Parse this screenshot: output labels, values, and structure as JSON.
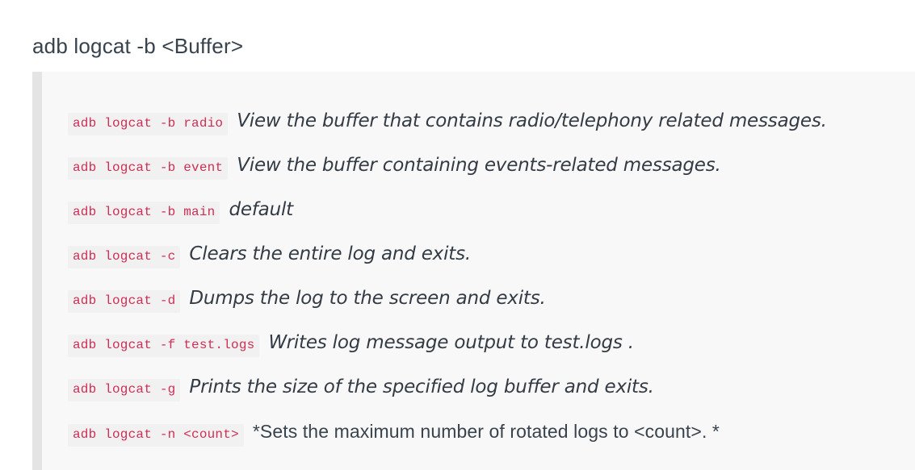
{
  "page": {
    "title": "adb logcat -b <Buffer>",
    "background_color": "#ffffff",
    "panel_background_color": "#f8f8f8",
    "panel_border_color": "#e4e4e4",
    "code_text_color": "#cf2e55",
    "code_chip_background": "#f1f1f1",
    "body_text_color": "#333b44"
  },
  "rows": [
    {
      "command": "adb logcat -b radio",
      "description": "View the buffer that contains radio/telephony related messages.",
      "style": "italic"
    },
    {
      "command": "adb logcat -b event",
      "description": "View the buffer containing events-related messages.",
      "style": "italic"
    },
    {
      "command": "adb logcat -b main",
      "description": "default",
      "style": "italic"
    },
    {
      "command": "adb logcat -c",
      "description": "Clears the entire log and exits.",
      "style": "italic"
    },
    {
      "command": "adb logcat -d",
      "description": "Dumps the log to the screen and exits.",
      "style": "italic"
    },
    {
      "command": "adb logcat -f test.logs",
      "description": "Writes log message output to test.logs .",
      "style": "italic"
    },
    {
      "command": "adb logcat -g",
      "description": "Prints the size of the specified log buffer and exits.",
      "style": "italic"
    },
    {
      "command": "adb logcat -n <count>",
      "description": "*Sets the maximum number of rotated logs to <count>. *",
      "style": "plain"
    }
  ]
}
